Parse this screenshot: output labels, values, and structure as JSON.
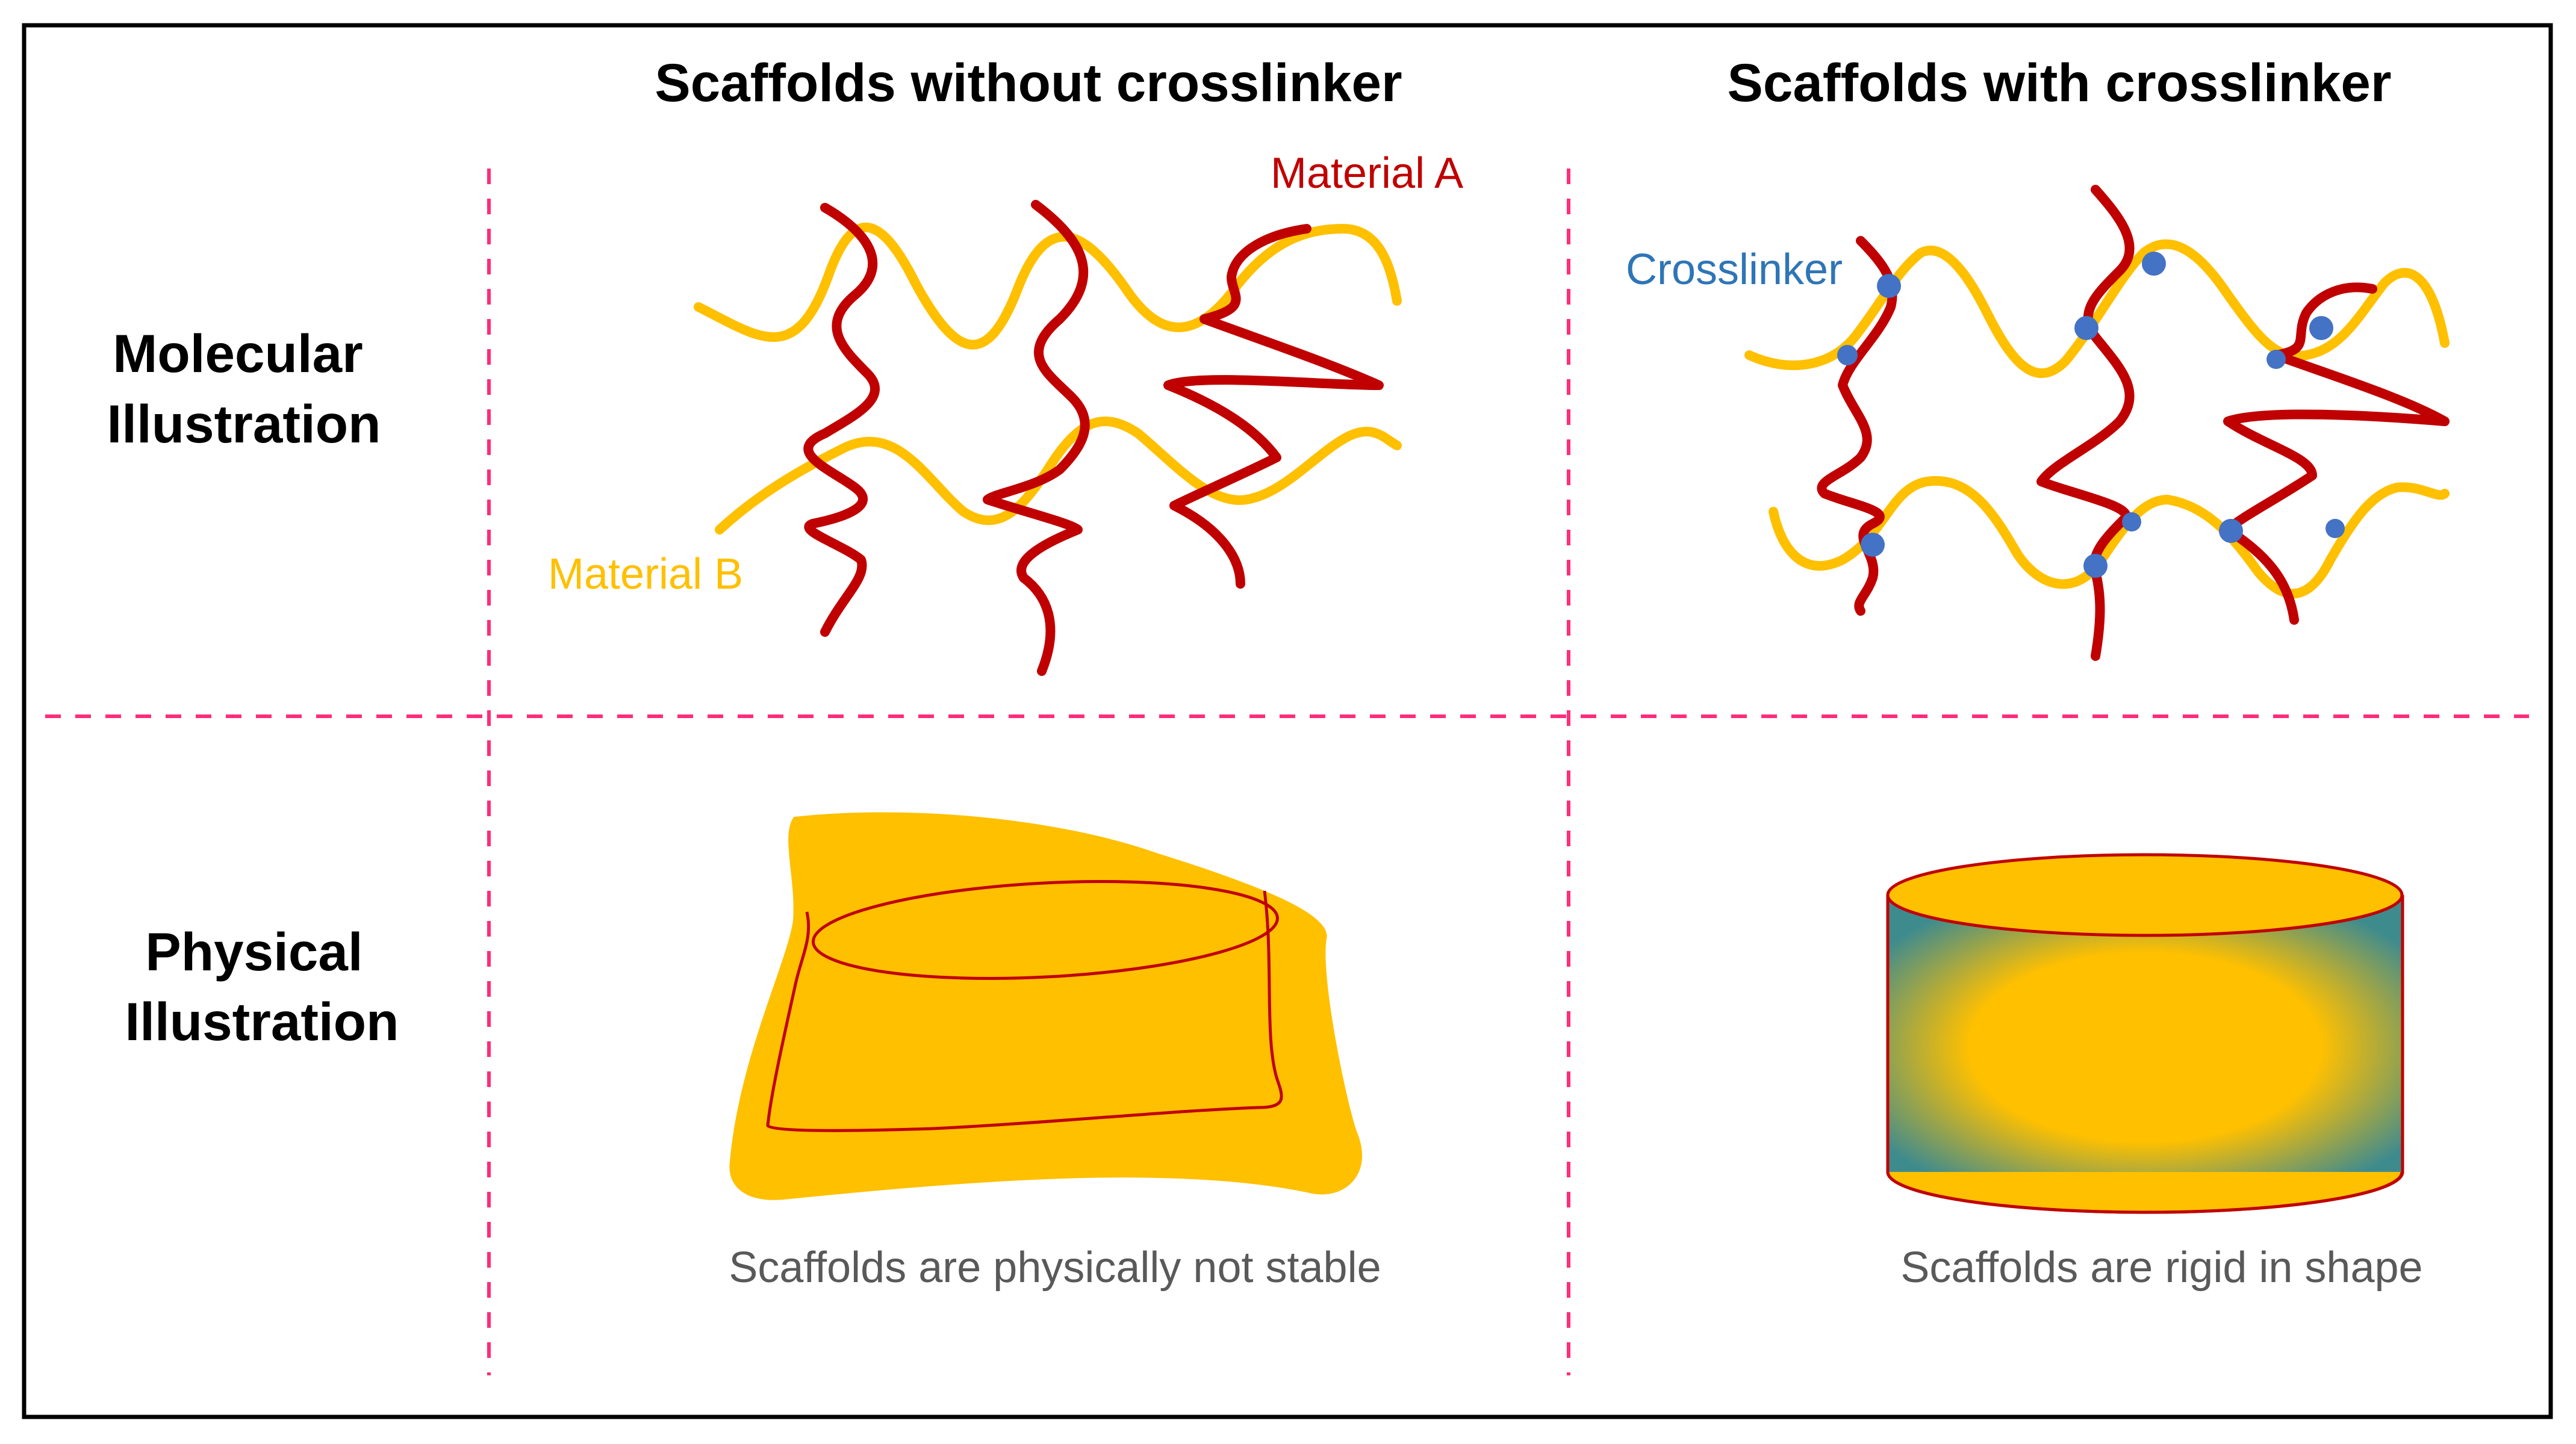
{
  "headers": {
    "without": "Scaffolds without crosslinker",
    "with": "Scaffolds with crosslinker"
  },
  "rows": {
    "molecular": [
      "Molecular",
      "Illustration"
    ],
    "physical": [
      "Physical",
      "Illustration"
    ]
  },
  "labels": {
    "material_a": "Material A",
    "material_b": "Material B",
    "crosslinker": "Crosslinker"
  },
  "captions": {
    "without": "Scaffolds are physically not stable",
    "with": "Scaffolds are rigid in shape"
  },
  "colors": {
    "material_a": "#C00000",
    "material_b": "#FFC000",
    "crosslinker": "#4472C4",
    "divider": "#FF2D7A",
    "cylinder_edge": "#3E8B8E"
  }
}
